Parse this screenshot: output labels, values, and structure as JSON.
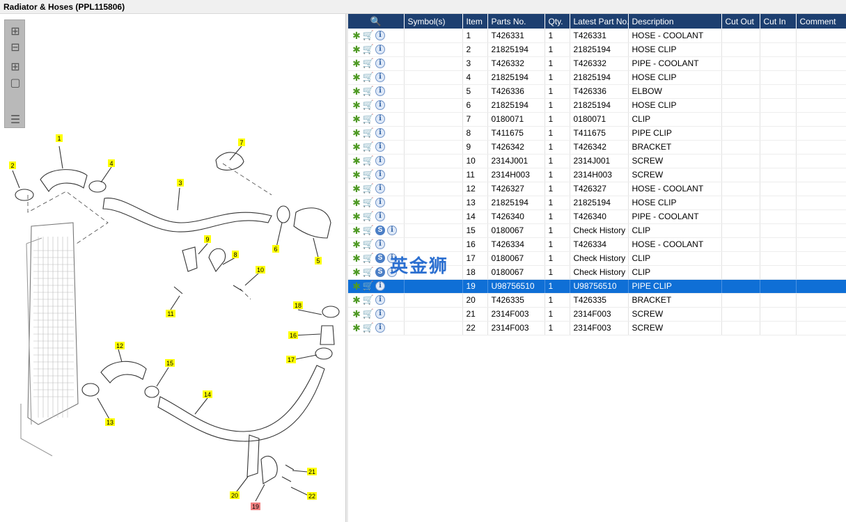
{
  "window": {
    "title": "Radiator & Hoses (PPL115806)"
  },
  "toolbar": {
    "buttons": [
      "zoom-in",
      "zoom-out",
      "fit-all",
      "fit-window",
      "show-list"
    ]
  },
  "diagram": {
    "callouts": [
      "1",
      "2",
      "3",
      "4",
      "5",
      "6",
      "7",
      "8",
      "9",
      "10",
      "11",
      "12",
      "13",
      "14",
      "15",
      "16",
      "17",
      "18",
      "19",
      "20",
      "21",
      "22"
    ],
    "highlighted_callout": "19",
    "colors": {
      "callout_bg": "#ffff00",
      "highlight_bg": "#f08080"
    }
  },
  "grid": {
    "columns": [
      "",
      "Symbol(s)",
      "Item",
      "Parts No.",
      "Qty.",
      "Latest Part No.",
      "Description",
      "Cut Out",
      "Cut In",
      "Comment"
    ],
    "rows": [
      {
        "icons": [
          "gear",
          "cart",
          "info"
        ],
        "symbols": "",
        "item": "1",
        "part": "T426331",
        "qty": "1",
        "latest": "T426331",
        "desc": "HOSE - COOLANT",
        "cut_out": "",
        "cut_in": "",
        "comment": ""
      },
      {
        "icons": [
          "gear",
          "cart",
          "info"
        ],
        "symbols": "",
        "item": "2",
        "part": "21825194",
        "qty": "1",
        "latest": "21825194",
        "desc": "HOSE CLIP",
        "cut_out": "",
        "cut_in": "",
        "comment": ""
      },
      {
        "icons": [
          "gear",
          "cart",
          "info"
        ],
        "symbols": "",
        "item": "3",
        "part": "T426332",
        "qty": "1",
        "latest": "T426332",
        "desc": "PIPE - COOLANT",
        "cut_out": "",
        "cut_in": "",
        "comment": ""
      },
      {
        "icons": [
          "gear",
          "cart",
          "info"
        ],
        "symbols": "",
        "item": "4",
        "part": "21825194",
        "qty": "1",
        "latest": "21825194",
        "desc": "HOSE CLIP",
        "cut_out": "",
        "cut_in": "",
        "comment": ""
      },
      {
        "icons": [
          "gear",
          "cart",
          "info"
        ],
        "symbols": "",
        "item": "5",
        "part": "T426336",
        "qty": "1",
        "latest": "T426336",
        "desc": "ELBOW",
        "cut_out": "",
        "cut_in": "",
        "comment": ""
      },
      {
        "icons": [
          "gear",
          "cart",
          "info"
        ],
        "symbols": "",
        "item": "6",
        "part": "21825194",
        "qty": "1",
        "latest": "21825194",
        "desc": "HOSE CLIP",
        "cut_out": "",
        "cut_in": "",
        "comment": ""
      },
      {
        "icons": [
          "gear",
          "cart",
          "info"
        ],
        "symbols": "",
        "item": "7",
        "part": "0180071",
        "qty": "1",
        "latest": "0180071",
        "desc": "CLIP",
        "cut_out": "",
        "cut_in": "",
        "comment": ""
      },
      {
        "icons": [
          "gear",
          "cart",
          "info"
        ],
        "symbols": "",
        "item": "8",
        "part": "T411675",
        "qty": "1",
        "latest": "T411675",
        "desc": "PIPE CLIP",
        "cut_out": "",
        "cut_in": "",
        "comment": ""
      },
      {
        "icons": [
          "gear",
          "cart",
          "info"
        ],
        "symbols": "",
        "item": "9",
        "part": "T426342",
        "qty": "1",
        "latest": "T426342",
        "desc": "BRACKET",
        "cut_out": "",
        "cut_in": "",
        "comment": ""
      },
      {
        "icons": [
          "gear",
          "cart",
          "info"
        ],
        "symbols": "",
        "item": "10",
        "part": "2314J001",
        "qty": "1",
        "latest": "2314J001",
        "desc": "SCREW",
        "cut_out": "",
        "cut_in": "",
        "comment": ""
      },
      {
        "icons": [
          "gear",
          "cart",
          "info"
        ],
        "symbols": "",
        "item": "11",
        "part": "2314H003",
        "qty": "1",
        "latest": "2314H003",
        "desc": "SCREW",
        "cut_out": "",
        "cut_in": "",
        "comment": ""
      },
      {
        "icons": [
          "gear",
          "cart",
          "info"
        ],
        "symbols": "",
        "item": "12",
        "part": "T426327",
        "qty": "1",
        "latest": "T426327",
        "desc": "HOSE - COOLANT",
        "cut_out": "",
        "cut_in": "",
        "comment": ""
      },
      {
        "icons": [
          "gear",
          "cart",
          "info"
        ],
        "symbols": "",
        "item": "13",
        "part": "21825194",
        "qty": "1",
        "latest": "21825194",
        "desc": "HOSE CLIP",
        "cut_out": "",
        "cut_in": "",
        "comment": ""
      },
      {
        "icons": [
          "gear",
          "cart",
          "info"
        ],
        "symbols": "",
        "item": "14",
        "part": "T426340",
        "qty": "1",
        "latest": "T426340",
        "desc": "PIPE - COOLANT",
        "cut_out": "",
        "cut_in": "",
        "comment": ""
      },
      {
        "icons": [
          "gear",
          "cart",
          "s",
          "info"
        ],
        "symbols": "",
        "item": "15",
        "part": "0180067",
        "qty": "1",
        "latest": "Check History",
        "desc": "CLIP",
        "cut_out": "",
        "cut_in": "",
        "comment": ""
      },
      {
        "icons": [
          "gear",
          "cart",
          "info"
        ],
        "symbols": "",
        "item": "16",
        "part": "T426334",
        "qty": "1",
        "latest": "T426334",
        "desc": "HOSE - COOLANT",
        "cut_out": "",
        "cut_in": "",
        "comment": ""
      },
      {
        "icons": [
          "gear",
          "cart",
          "s",
          "info"
        ],
        "symbols": "",
        "item": "17",
        "part": "0180067",
        "qty": "1",
        "latest": "Check History",
        "desc": "CLIP",
        "cut_out": "",
        "cut_in": "",
        "comment": ""
      },
      {
        "icons": [
          "gear",
          "cart",
          "s",
          "info"
        ],
        "symbols": "",
        "item": "18",
        "part": "0180067",
        "qty": "1",
        "latest": "Check History",
        "desc": "CLIP",
        "cut_out": "",
        "cut_in": "",
        "comment": ""
      },
      {
        "icons": [
          "gear",
          "cart",
          "info"
        ],
        "symbols": "",
        "item": "19",
        "part": "U98756510",
        "qty": "1",
        "latest": "U98756510",
        "desc": "PIPE CLIP",
        "cut_out": "",
        "cut_in": "",
        "comment": "",
        "selected": true
      },
      {
        "icons": [
          "gear",
          "cart",
          "info"
        ],
        "symbols": "",
        "item": "20",
        "part": "T426335",
        "qty": "1",
        "latest": "T426335",
        "desc": "BRACKET",
        "cut_out": "",
        "cut_in": "",
        "comment": ""
      },
      {
        "icons": [
          "gear",
          "cart",
          "info"
        ],
        "symbols": "",
        "item": "21",
        "part": "2314F003",
        "qty": "1",
        "latest": "2314F003",
        "desc": "SCREW",
        "cut_out": "",
        "cut_in": "",
        "comment": ""
      },
      {
        "icons": [
          "gear",
          "cart",
          "info"
        ],
        "symbols": "",
        "item": "22",
        "part": "2314F003",
        "qty": "1",
        "latest": "2314F003",
        "desc": "SCREW",
        "cut_out": "",
        "cut_in": "",
        "comment": ""
      }
    ],
    "colors": {
      "header_bg": "#1d3f70",
      "selected_bg": "#0f6fd6"
    }
  },
  "watermark": {
    "text": "英金狮"
  }
}
